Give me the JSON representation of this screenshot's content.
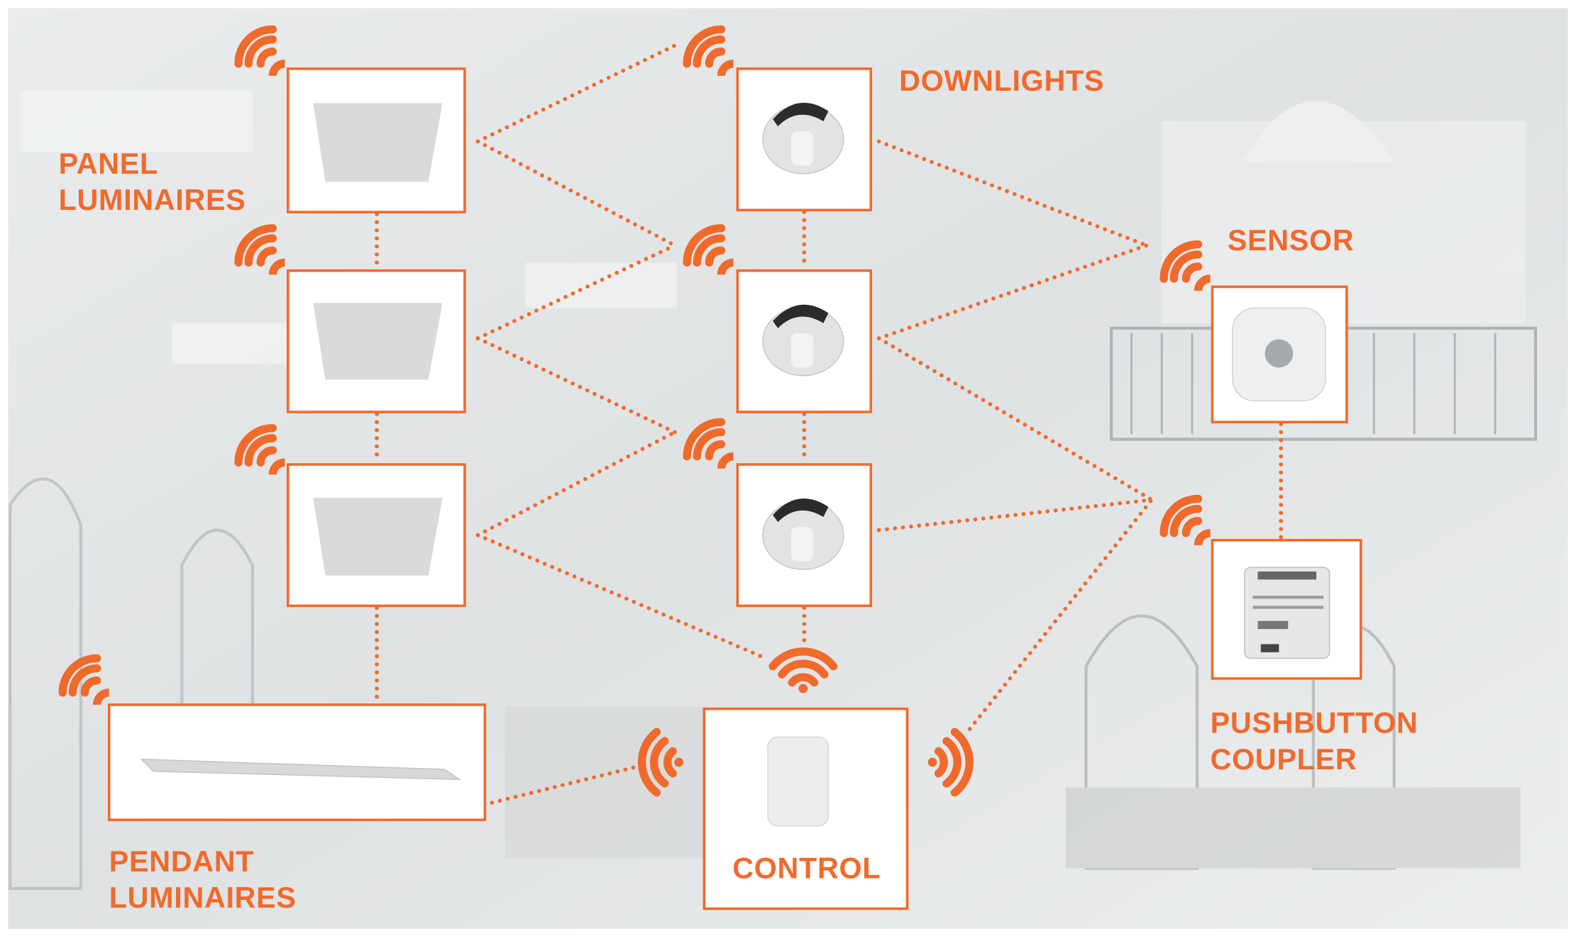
{
  "labels": {
    "panel_line1": "PANEL",
    "panel_line2": "LUMINAIRES",
    "downlights": "DOWNLIGHTS",
    "sensor": "SENSOR",
    "pushbutton_line1": "PUSHBUTTON",
    "pushbutton_line2": "COUPLER",
    "pendant_line1": "PENDANT",
    "pendant_line2": "LUMINAIRES",
    "control": "CONTROL"
  },
  "colors": {
    "accent": "#f06a2c",
    "background": "#e4e6e7"
  },
  "icons": [
    "wifi-icon"
  ]
}
